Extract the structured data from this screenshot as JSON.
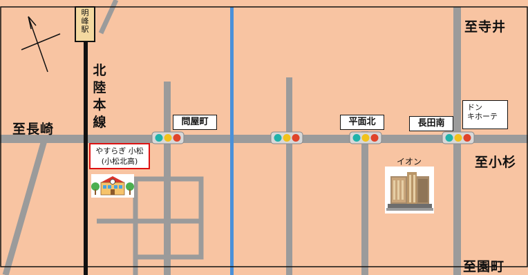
{
  "colors": {
    "land": "#f8c4a2",
    "road": "#9b9b9b",
    "river": "#4a90d9",
    "railway": "#111111",
    "signal_red": "#e0442a",
    "signal_yellow": "#f2c21b",
    "signal_green": "#20b2aa",
    "school_frame": "#dd1111"
  },
  "station": {
    "name": "明峰駅"
  },
  "railway_line": {
    "name": "北陸本線"
  },
  "destinations": {
    "north_east": "至寺井",
    "west": "至長崎",
    "east": "至小杉",
    "south": "至園町"
  },
  "intersections": [
    {
      "name": "問屋町",
      "signal": true
    },
    {
      "name": "",
      "signal": true
    },
    {
      "name": "平面北",
      "signal": true
    },
    {
      "name": "長田南",
      "signal": true
    }
  ],
  "landmarks": {
    "school_label": "やすらぎ 小松\n(小松北高)",
    "school_icon": "school-building-icon",
    "ion_label": "イオン",
    "ion_icon": "shopping-mall-icon",
    "donki_label": "ドン\nキホーテ"
  },
  "compass": {
    "icon": "north-arrow-icon"
  }
}
